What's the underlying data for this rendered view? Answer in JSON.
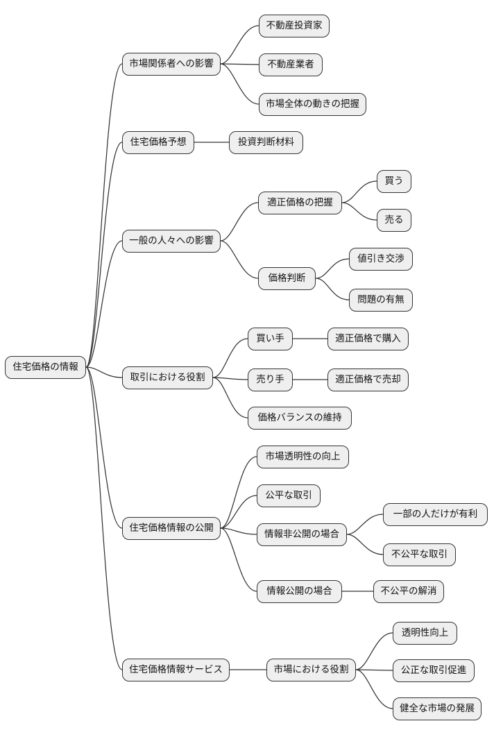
{
  "diagram": {
    "type": "mindmap",
    "direction": "left-to-right",
    "root_label": "住宅価格の情報",
    "colors": {
      "background": "#ffffff",
      "node_fill": "#efefef",
      "node_border": "#333333",
      "edge": "#333333",
      "text": "#111111"
    }
  },
  "nodes": [
    {
      "id": "root",
      "parent": null,
      "label": "住宅価格の情報"
    },
    {
      "id": "n1",
      "parent": "root",
      "label": "市場関係者への影響"
    },
    {
      "id": "n1a",
      "parent": "n1",
      "label": "不動産投資家"
    },
    {
      "id": "n1b",
      "parent": "n1",
      "label": "不動産業者"
    },
    {
      "id": "n1c",
      "parent": "n1",
      "label": "市場全体の動きの把握"
    },
    {
      "id": "n2",
      "parent": "root",
      "label": "住宅価格予想"
    },
    {
      "id": "n2a",
      "parent": "n2",
      "label": "投資判断材料"
    },
    {
      "id": "n3",
      "parent": "root",
      "label": "一般の人々への影響"
    },
    {
      "id": "n3a",
      "parent": "n3",
      "label": "適正価格の把握"
    },
    {
      "id": "n3a1",
      "parent": "n3a",
      "label": "買う"
    },
    {
      "id": "n3a2",
      "parent": "n3a",
      "label": "売る"
    },
    {
      "id": "n3b",
      "parent": "n3",
      "label": "価格判断"
    },
    {
      "id": "n3b1",
      "parent": "n3b",
      "label": "値引き交渉"
    },
    {
      "id": "n3b2",
      "parent": "n3b",
      "label": "問題の有無"
    },
    {
      "id": "n4",
      "parent": "root",
      "label": "取引における役割"
    },
    {
      "id": "n4a",
      "parent": "n4",
      "label": "買い手"
    },
    {
      "id": "n4a1",
      "parent": "n4a",
      "label": "適正価格で購入"
    },
    {
      "id": "n4b",
      "parent": "n4",
      "label": "売り手"
    },
    {
      "id": "n4b1",
      "parent": "n4b",
      "label": "適正価格で売却"
    },
    {
      "id": "n4c",
      "parent": "n4",
      "label": "価格バランスの維持"
    },
    {
      "id": "n5",
      "parent": "root",
      "label": "住宅価格情報の公開"
    },
    {
      "id": "n5a",
      "parent": "n5",
      "label": "市場透明性の向上"
    },
    {
      "id": "n5b",
      "parent": "n5",
      "label": "公平な取引"
    },
    {
      "id": "n5c",
      "parent": "n5",
      "label": "情報非公開の場合"
    },
    {
      "id": "n5c1",
      "parent": "n5c",
      "label": "一部の人だけが有利"
    },
    {
      "id": "n5c2",
      "parent": "n5c",
      "label": "不公平な取引"
    },
    {
      "id": "n5d",
      "parent": "n5",
      "label": "情報公開の場合"
    },
    {
      "id": "n5d1",
      "parent": "n5d",
      "label": "不公平の解消"
    },
    {
      "id": "n6",
      "parent": "root",
      "label": "住宅価格情報サービス"
    },
    {
      "id": "n6a",
      "parent": "n6",
      "label": "市場における役割"
    },
    {
      "id": "n6a1",
      "parent": "n6a",
      "label": "透明性向上"
    },
    {
      "id": "n6a2",
      "parent": "n6a",
      "label": "公正な取引促進"
    },
    {
      "id": "n6a3",
      "parent": "n6a",
      "label": "健全な市場の発展"
    }
  ]
}
